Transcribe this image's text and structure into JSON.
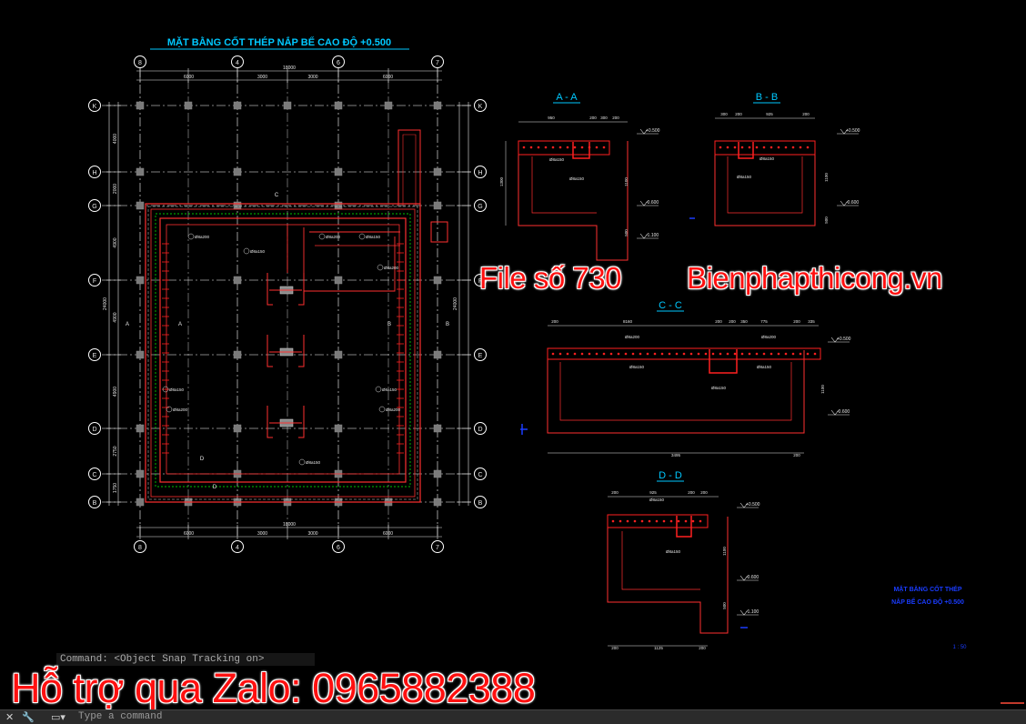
{
  "plan": {
    "title": "MẶT BẰNG CỐT THÉP NẮP BỂ CAO ĐỘ +0.500",
    "grid_columns": [
      "8",
      "4",
      "6",
      "7"
    ],
    "grid_rows": [
      "K",
      "H",
      "G",
      "F",
      "E",
      "D",
      "C",
      "B"
    ],
    "top_dims": [
      "6000",
      "3000",
      "3000",
      "6000"
    ],
    "top_total": "18000",
    "bottom_dims": [
      "6000",
      "3000",
      "3000",
      "6000"
    ],
    "bottom_total": "18000",
    "left_dims": [
      "4000",
      "2000",
      "4900",
      "4900",
      "4900",
      "2750",
      "1750"
    ],
    "left_total": "24000",
    "right_total": "24000",
    "section_marks": [
      "A",
      "A",
      "B",
      "B",
      "C",
      "D",
      "D"
    ],
    "rebar_labels": [
      "Ø8a200",
      "Ø8a150",
      "Ø8a200",
      "Ø8a150",
      "Ø8a200",
      "Ø8a150",
      "Ø8a200",
      "Ø8a150",
      "Ø8a200",
      "Ø8a150"
    ]
  },
  "sections": {
    "aa": {
      "title": "A - A",
      "dims": [
        "950",
        "200",
        "300",
        "200"
      ],
      "levels": [
        "+0.500",
        "-0.600",
        "-1.100"
      ],
      "rebar": [
        "Ø8a150",
        "Ø8a150"
      ],
      "heights": [
        "1300",
        "1100",
        "500"
      ]
    },
    "bb": {
      "title": "B - B",
      "dims": [
        "300",
        "200",
        "925",
        "200"
      ],
      "levels": [
        "+0.500",
        "-0.600"
      ],
      "rebar": [
        "Ø8a150",
        "Ø8a150"
      ],
      "heights": [
        "1100",
        "500"
      ]
    },
    "cc": {
      "title": "C - C",
      "dims": [
        "200",
        "8160",
        "200",
        "200",
        "350",
        "775",
        "200",
        "335"
      ],
      "levels": [
        "+0.500",
        "-0.600"
      ],
      "rebar": [
        "Ø8a200",
        "Ø8a150",
        "Ø8a150",
        "Ø8a200",
        "Ø8a150"
      ],
      "heights": [
        "1100"
      ],
      "bottom": [
        "3495",
        "200"
      ]
    },
    "dd": {
      "title": "D - D",
      "dims": [
        "200",
        "925",
        "200",
        "200"
      ],
      "levels": [
        "+0.500",
        "-0.600",
        "-1.100"
      ],
      "rebar": [
        "Ø8a150",
        "Ø8a150"
      ],
      "heights": [
        "1100",
        "500"
      ],
      "bottom": [
        "200",
        "1125",
        "200"
      ]
    }
  },
  "titleblock": {
    "line1": "MẶT BẰNG CỐT THÉP",
    "line2": "NẮP BỂ CAO ĐỘ +0.500",
    "scale": "1 : 50"
  },
  "watermark": {
    "file": "File số 730",
    "site": "Bienphapthicong.vn",
    "zalo": "Hỗ trợ qua Zalo: 0965882388"
  },
  "command": {
    "history": "Command:  <Object Snap Tracking on>",
    "placeholder": "Type a command",
    "close_label": "✕",
    "settings_label": "🔧"
  },
  "colors": {
    "background": "#000000",
    "grid_line": "#ffffff",
    "axis_bubble": "#ffffff",
    "concrete": "#ff3030",
    "rebar": "#ff2020",
    "hatch": "#00ff00",
    "text": "#e6e6e6",
    "title": "#00c8ff",
    "overlay_text": "#ff1010"
  }
}
